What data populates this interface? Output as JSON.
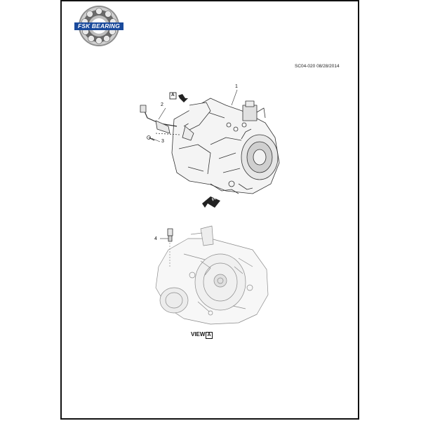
{
  "logo": {
    "text": "FSK BEARING",
    "brand_color": "#1a4a9c"
  },
  "diagram": {
    "code": "SC04-020 08/28/2014",
    "callouts": [
      "1",
      "2",
      "3",
      "4"
    ],
    "view_marker": "A",
    "view_word": "VIEW",
    "view_letter": "A",
    "fwd_label": "FRT"
  }
}
